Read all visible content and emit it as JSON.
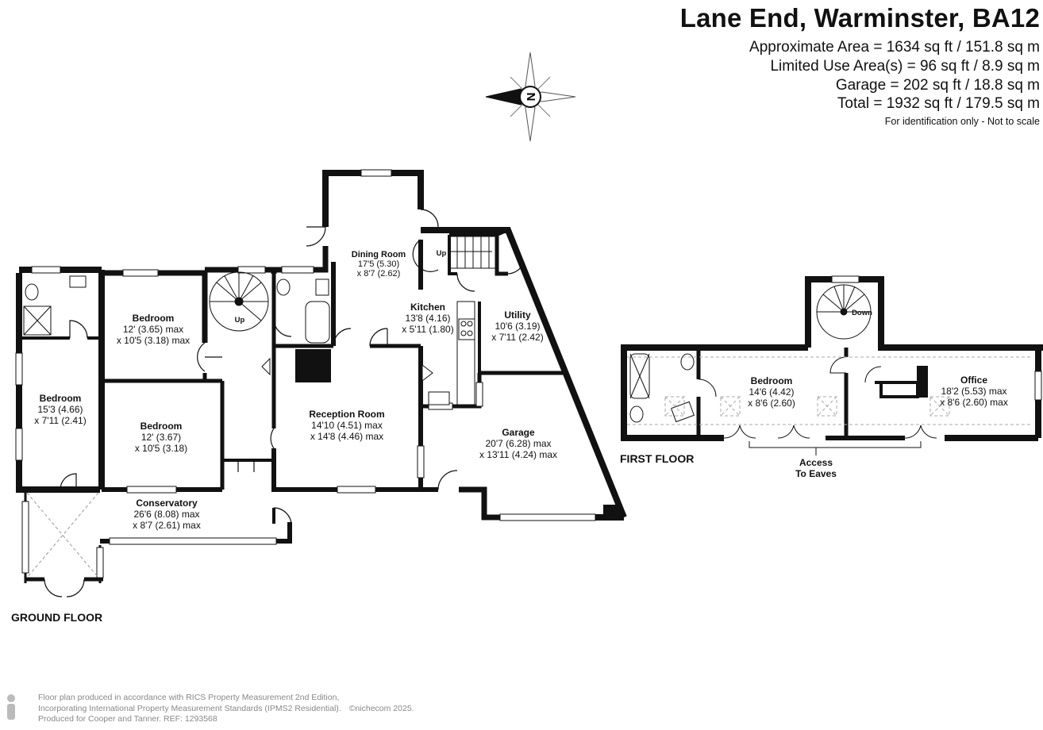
{
  "header": {
    "title": "Lane End, Warminster, BA12",
    "area_lines": [
      "Approximate Area = 1634 sq ft / 151.8 sq m",
      "Limited Use Area(s) = 96 sq ft / 8.9 sq m",
      "Garage = 202 sq ft / 18.8 sq m",
      "Total = 1932 sq ft / 179.5 sq m"
    ],
    "disclaimer": "For identification only - Not to scale"
  },
  "compass": {
    "letter": "N"
  },
  "floors": {
    "ground": {
      "label": "GROUND FLOOR",
      "rooms": [
        {
          "name": "Bedroom",
          "line1": "12' (3.65) max",
          "line2": "x 10'5 (3.18) max"
        },
        {
          "name": "Bedroom",
          "line1": "12' (3.67)",
          "line2": "x 10'5 (3.18)"
        },
        {
          "name": "Bedroom",
          "line1": "15'3 (4.66)",
          "line2": "x 7'11 (2.41)"
        },
        {
          "name": "Dining Room",
          "line1": "17'5 (5.30)",
          "line2": "x 8'7 (2.62)"
        },
        {
          "name": "Kitchen",
          "line1": "13'8 (4.16)",
          "line2": "x 5'11 (1.80)"
        },
        {
          "name": "Utility",
          "line1": "10'6 (3.19)",
          "line2": "x 7'11 (2.42)"
        },
        {
          "name": "Reception Room",
          "line1": "14'10 (4.51) max",
          "line2": "x 14'8 (4.46) max"
        },
        {
          "name": "Garage",
          "line1": "20'7 (6.28) max",
          "line2": "x 13'11 (4.24) max"
        },
        {
          "name": "Conservatory",
          "line1": "26'6 (8.08) max",
          "line2": "x 8'7 (2.61) max"
        }
      ],
      "stair_labels": [
        "Up",
        "Up"
      ]
    },
    "first": {
      "label": "FIRST FLOOR",
      "rooms": [
        {
          "name": "Bedroom",
          "line1": "14'6 (4.42)",
          "line2": "x 8'6 (2.60)"
        },
        {
          "name": "Office",
          "line1": "18'2 (5.53) max",
          "line2": "x 8'6 (2.60) max"
        }
      ],
      "stair_label": "Down",
      "eaves_line1": "Access",
      "eaves_line2": "To Eaves"
    }
  },
  "footer": {
    "line1": "Floor plan produced in accordance with RICS Property Measurement 2nd Edition,",
    "line2": "Incorporating International Property Measurement Standards (IPMS2 Residential).",
    "brand": "©nichecom 2025.",
    "line3": "Produced for Cooper and Tanner.   REF: 1293568"
  }
}
